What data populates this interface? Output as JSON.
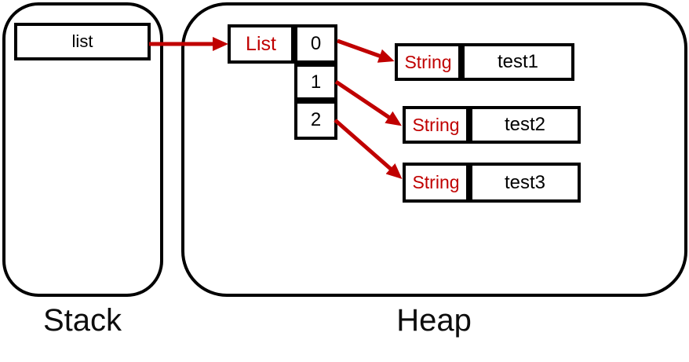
{
  "stack": {
    "label": "Stack",
    "variable": "list"
  },
  "heap": {
    "label": "Heap",
    "list_object": {
      "type_label": "List",
      "indices": [
        "0",
        "1",
        "2"
      ]
    },
    "strings": [
      {
        "type_label": "String",
        "value": "test1"
      },
      {
        "type_label": "String",
        "value": "test2"
      },
      {
        "type_label": "String",
        "value": "test3"
      }
    ]
  },
  "colors": {
    "arrow_red": "#c00000",
    "type_label_red": "#c00000",
    "border_black": "#000000",
    "background": "#ffffff"
  }
}
